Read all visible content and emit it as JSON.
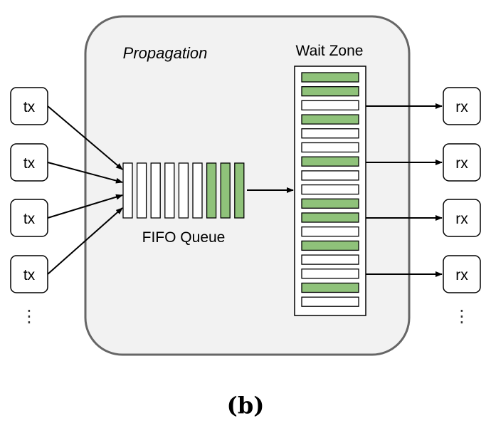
{
  "diagram": {
    "container_title": "Propagation",
    "queue_label": "FIFO Queue",
    "wait_zone_label": "Wait Zone",
    "caption": "(b)",
    "tx_nodes": [
      "tx",
      "tx",
      "tx",
      "tx"
    ],
    "rx_nodes": [
      "rx",
      "rx",
      "rx",
      "rx"
    ],
    "more_indicator": "⋮",
    "fifo_slots": [
      false,
      false,
      false,
      false,
      false,
      false,
      true,
      true,
      true
    ],
    "wait_slots": [
      true,
      true,
      false,
      true,
      false,
      false,
      true,
      false,
      false,
      true,
      true,
      false,
      true,
      false,
      false,
      true,
      false
    ],
    "colors": {
      "filled": "#8fc27a",
      "empty": "#ffffff",
      "container_fill": "#f2f2f2",
      "container_stroke": "#666666",
      "stroke": "#1a1a1a"
    }
  }
}
